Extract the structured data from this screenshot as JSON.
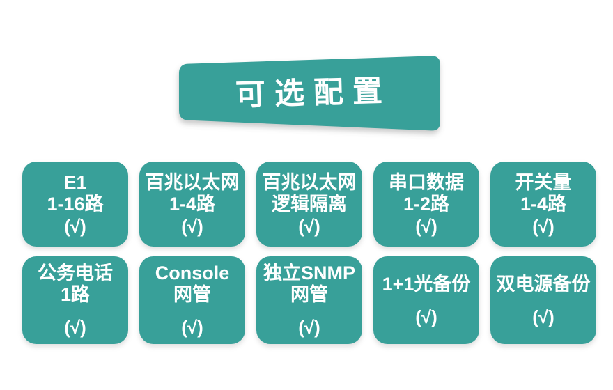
{
  "colors": {
    "teal": "#38a099",
    "background": "#ffffff",
    "text": "#ffffff"
  },
  "banner": {
    "title": "可选配置"
  },
  "rows": [
    {
      "cards": [
        {
          "lines": [
            "E1",
            "1-16路"
          ],
          "check": "(√)"
        },
        {
          "lines": [
            "百兆以太网",
            "1-4路"
          ],
          "check": "(√)"
        },
        {
          "lines": [
            "百兆以太网",
            "逻辑隔离"
          ],
          "check": "(√)"
        },
        {
          "lines": [
            "串口数据",
            "1-2路"
          ],
          "check": "(√)"
        },
        {
          "lines": [
            "开关量",
            "1-4路"
          ],
          "check": "(√)"
        }
      ]
    },
    {
      "cards": [
        {
          "lines": [
            "公务电话",
            "1路"
          ],
          "check": "(√)"
        },
        {
          "lines": [
            "Console",
            "网管"
          ],
          "check": "(√)"
        },
        {
          "lines": [
            "独立SNMP",
            "网管"
          ],
          "check": "(√)"
        },
        {
          "lines": [
            "1+1光备份"
          ],
          "check": "(√)"
        },
        {
          "lines": [
            "双电源备份"
          ],
          "check": "(√)"
        }
      ]
    }
  ]
}
